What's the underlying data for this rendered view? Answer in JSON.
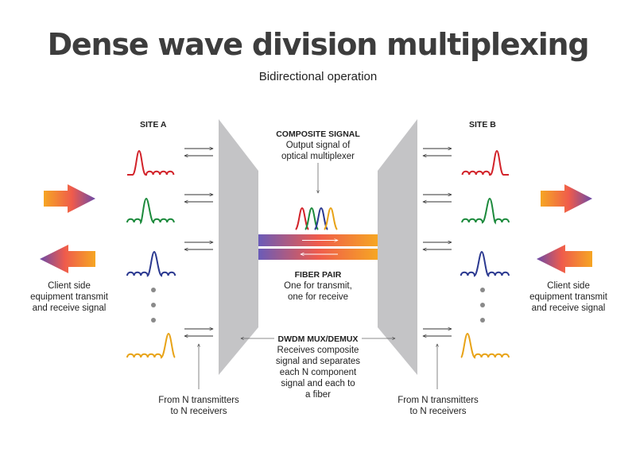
{
  "header": {
    "title": "Dense wave division multiplexing",
    "subtitle": "Bidirectional operation"
  },
  "sites": {
    "a_label": "SITE A",
    "b_label": "SITE B"
  },
  "composite": {
    "heading": "COMPOSITE SIGNAL",
    "line1": "Output signal of",
    "line2": "optical multiplexer"
  },
  "fiber": {
    "heading": "FIBER PAIR",
    "line1": "One for transmit,",
    "line2": "one for receive"
  },
  "muxdemux": {
    "heading": "DWDM MUX/DEMUX",
    "line1": "Receives composite",
    "line2": "signal and separates",
    "line3": "each N component",
    "line4": "signal and each to",
    "line5": "a fiber"
  },
  "client": {
    "line1": "Client side",
    "line2": "equipment transmit",
    "line3": "and receive signal"
  },
  "transmitters": {
    "line1": "From N transmitters",
    "line2": "to N receivers"
  },
  "colors": {
    "red": "#d2232a",
    "green": "#1c8a3c",
    "blue": "#2b3990",
    "orange": "#e8a317",
    "panel": "#c4c4c6",
    "dots": "#8a8a8a"
  }
}
